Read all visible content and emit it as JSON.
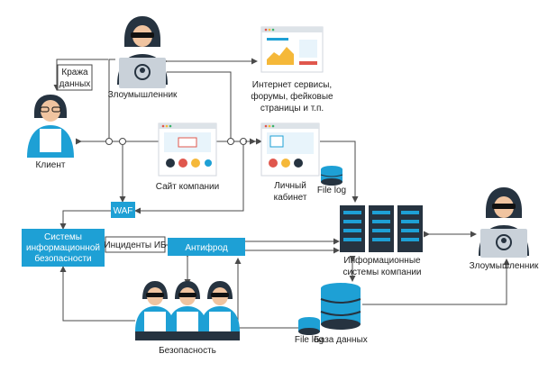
{
  "nodes": {
    "attacker_top": "Злоумышленник",
    "client": "Клиент",
    "theft_line1": "Кража",
    "theft_line2": "данных",
    "web_services_line1": "Интернет сервисы,",
    "web_services_line2": "форумы, фейковые",
    "web_services_line3": "страницы и т.п.",
    "company_site": "Сайт компании",
    "personal_account_line1": "Личный",
    "personal_account_line2": "кабинет",
    "file_log_top": "File log",
    "waf": "WAF",
    "siem_line1": "Системы",
    "siem_line2": "информационной",
    "siem_line3": "безопасности",
    "incidents": "Инциденты ИБ",
    "antifraud": "Антифрод",
    "company_systems_line1": "Информационные",
    "company_systems_line2": "системы компании",
    "attacker_right": "Злоумышленник",
    "security_team": "Безопасность",
    "file_log_bottom": "File log",
    "database": "База данных"
  },
  "colors": {
    "accent_blue": "#1ea0d5",
    "dark": "#263340",
    "line": "#4a4a4a"
  }
}
